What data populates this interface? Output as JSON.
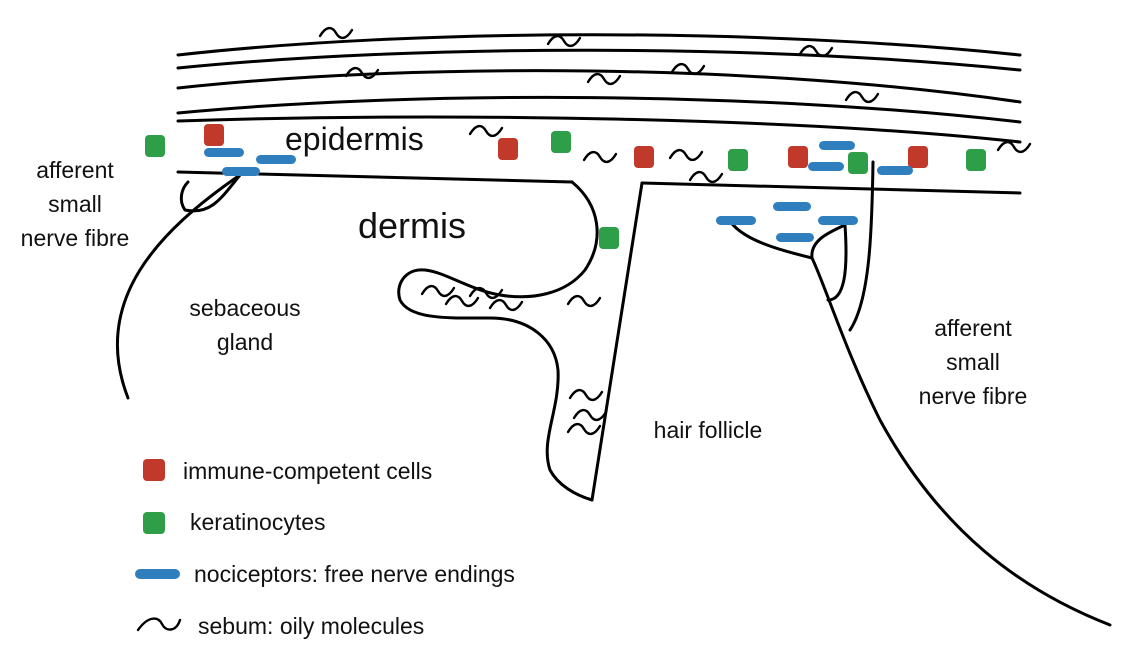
{
  "labels": {
    "epidermis": "epidermis",
    "dermis": "dermis",
    "afferent_left": [
      "afferent",
      "small",
      "nerve fibre"
    ],
    "sebaceous": [
      "sebaceous",
      "gland"
    ],
    "hair_follicle": "hair follicle",
    "afferent_right": [
      "afferent",
      "small",
      "nerve fibre"
    ]
  },
  "legend": {
    "immune": "immune-competent cells",
    "keratinocytes": "keratinocytes",
    "nociceptors": "nociceptors: free nerve endings",
    "sebum": "sebum: oily molecules"
  },
  "colors": {
    "immune": "#c0392b",
    "keratinocyte": "#2e9e48",
    "nociceptor": "#2f7fbf",
    "line": "#000000"
  }
}
